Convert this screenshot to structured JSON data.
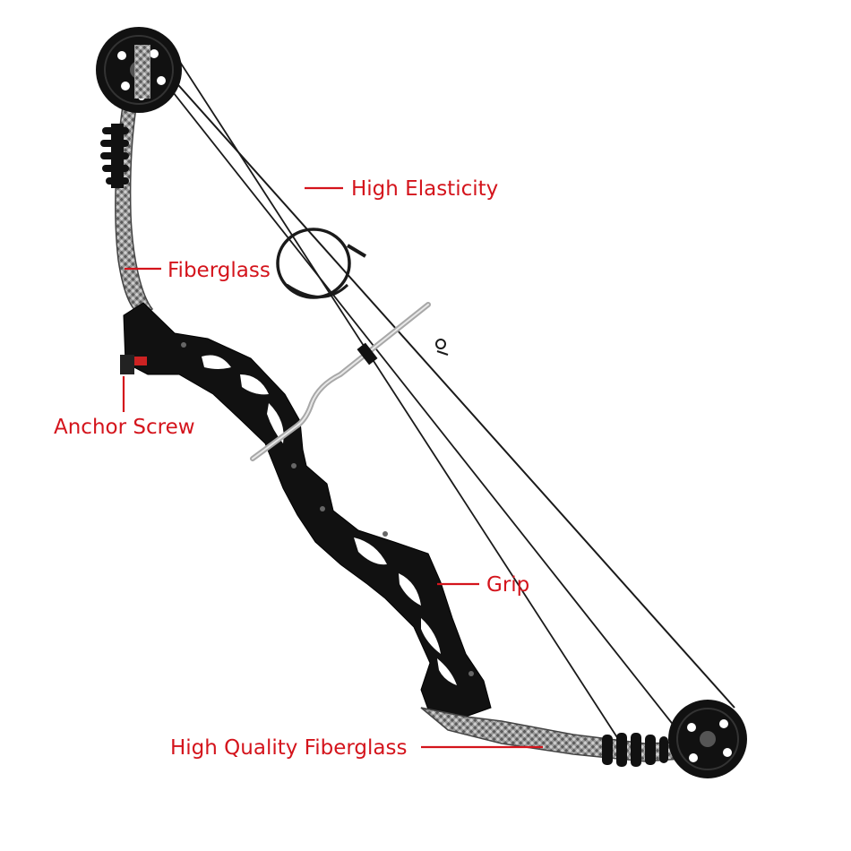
{
  "labels": {
    "high_elasticity": "High Elasticity",
    "fiberglass": "Fiberglass",
    "anchor_screw": "Anchor Screw",
    "grip": "Grip",
    "high_quality_fiberglass": "High Quality Fiberglass"
  },
  "colors": {
    "label": "#d4141c",
    "riser": "#111111",
    "limb_carbon": "#8a8a8a",
    "string": "#1a1a1a",
    "rest_metal": "#b8b8b8"
  },
  "icons": [
    "compound-bow-illustration",
    "cam-wheel-icon",
    "limb-damper-icon",
    "arrow-rest-icon",
    "peep-loop-icon"
  ]
}
